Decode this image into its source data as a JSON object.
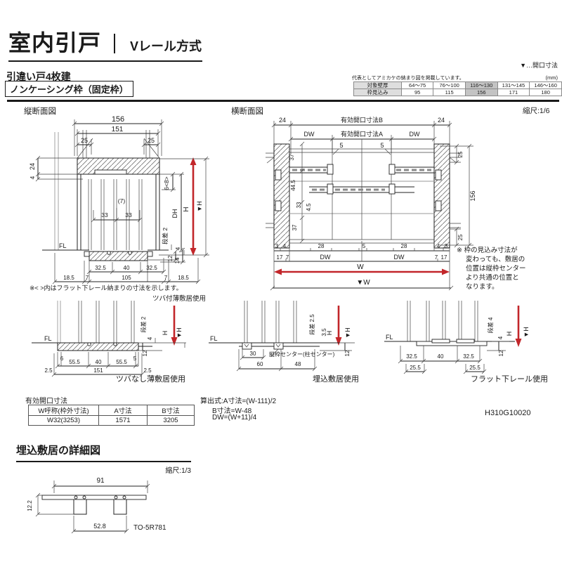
{
  "header": {
    "title": "室内引戸",
    "method": "Vレール方式",
    "subtitle": "引違い戸4枚建",
    "frame_type": "ノンケーシング枠（固定枠）"
  },
  "legend": {
    "marker": "▼…開口寸法",
    "note": "代表としてアミカケの納まり図を掲載しています。",
    "unit": "(mm)",
    "wall_label": "対象壁厚",
    "wall_values": [
      "64～75",
      "76～100",
      "116～130",
      "131～145",
      "146～160"
    ],
    "frame_label": "枠見込み",
    "frame_values": [
      "95",
      "115",
      "156",
      "171",
      "180"
    ]
  },
  "sections": {
    "vsec": "縦断面図",
    "hsec": "横断面図",
    "scale": "縮尺:1/6"
  },
  "vsec": {
    "d156": "156",
    "d151": "151",
    "d25l": "25",
    "d25r": "25",
    "d24": "24",
    "d4t": "4",
    "d7": "(7)",
    "d33l": "33",
    "d33r": "33",
    "d68": "6<8>",
    "dh": "DH",
    "h": "H",
    "hv": "▼H",
    "step": "段差 2",
    "d4b": "4",
    "fl": "FL",
    "d325l": "32.5",
    "d40": "40",
    "d325r": "32.5",
    "d12": "12",
    "d14": "14",
    "d185l": "18.5",
    "d7l": "7",
    "d105": "105",
    "d7r": "7",
    "d185r": "18.5",
    "note": "※< >内はフラット下レール納まりの寸法を示します。"
  },
  "hsec": {
    "d24l": "24",
    "openB": "有効開口寸法B",
    "d24r": "24",
    "dwl": "DW",
    "openA": "有効開口寸法A",
    "dwr": "DW",
    "d5l": "5",
    "d5r": "5",
    "d37t": "37",
    "d445": "44.5",
    "d33": "33",
    "d45": "4.5",
    "d37b": "37",
    "d25t": "25",
    "d156": "156",
    "d25b": "25",
    "b3l": "3",
    "b4l": "4",
    "b28l": "28",
    "b5": "5",
    "b28r": "28",
    "b4r": "4",
    "b3r": "3",
    "b17l": "17",
    "b7l": "7",
    "bdwl": "DW",
    "bdwr": "DW",
    "b7r": "7",
    "b17r": "17",
    "w": "W",
    "wv": "▼W",
    "note": [
      "※ 枠の見込み寸法が",
      "変わっても、敷居の",
      "位置は縦枠センター",
      "より共通の位置と",
      "なります。"
    ]
  },
  "details": {
    "a": {
      "top": "ツバ付薄敷居使用",
      "fl": "FL",
      "step": "段差 2",
      "d4": "4",
      "h": "H",
      "hv": "▼H",
      "d12": "12",
      "d6": "6",
      "d5": "5",
      "d555l": "55.5",
      "d40": "40",
      "d555r": "55.5",
      "d25l": "2.5",
      "d151": "151",
      "d25r": "2.5",
      "caption": "ツバなし薄敷居使用"
    },
    "b": {
      "fl": "FL",
      "step": "段差 2.5",
      "d35": "3.5",
      "h": "H",
      "hv": "▼H",
      "d12": "12",
      "d30": "30",
      "center": "縦枠センター(柱センター)",
      "d60": "60",
      "d48": "48",
      "caption": "埋込敷居使用"
    },
    "c": {
      "fl": "FL",
      "step": "段差 4",
      "d4": "4",
      "h": "H",
      "hv": "▼H",
      "d12": "12",
      "d325l": "32.5",
      "d40": "40",
      "d325r": "32.5",
      "d255l": "25.5",
      "d255r": "25.5",
      "caption": "フラット下レール使用"
    }
  },
  "open_table": {
    "title": "有効開口寸法",
    "headers": [
      "W呼称(枠外寸法)",
      "A寸法",
      "B寸法"
    ],
    "values": [
      "W32(3253)",
      "1571",
      "3205"
    ]
  },
  "formulas": {
    "f1": "算出式:A寸法=(W-111)/2",
    "f2": "B寸法=W-48",
    "f3": "DW=(W+11)/4"
  },
  "doc_number": "H310G10020",
  "embed": {
    "title": "埋込敷居の詳細図",
    "scale": "縮尺:1/3",
    "d91": "91",
    "d122": "12.2",
    "d528": "52.8",
    "part": "TO-5R781"
  }
}
